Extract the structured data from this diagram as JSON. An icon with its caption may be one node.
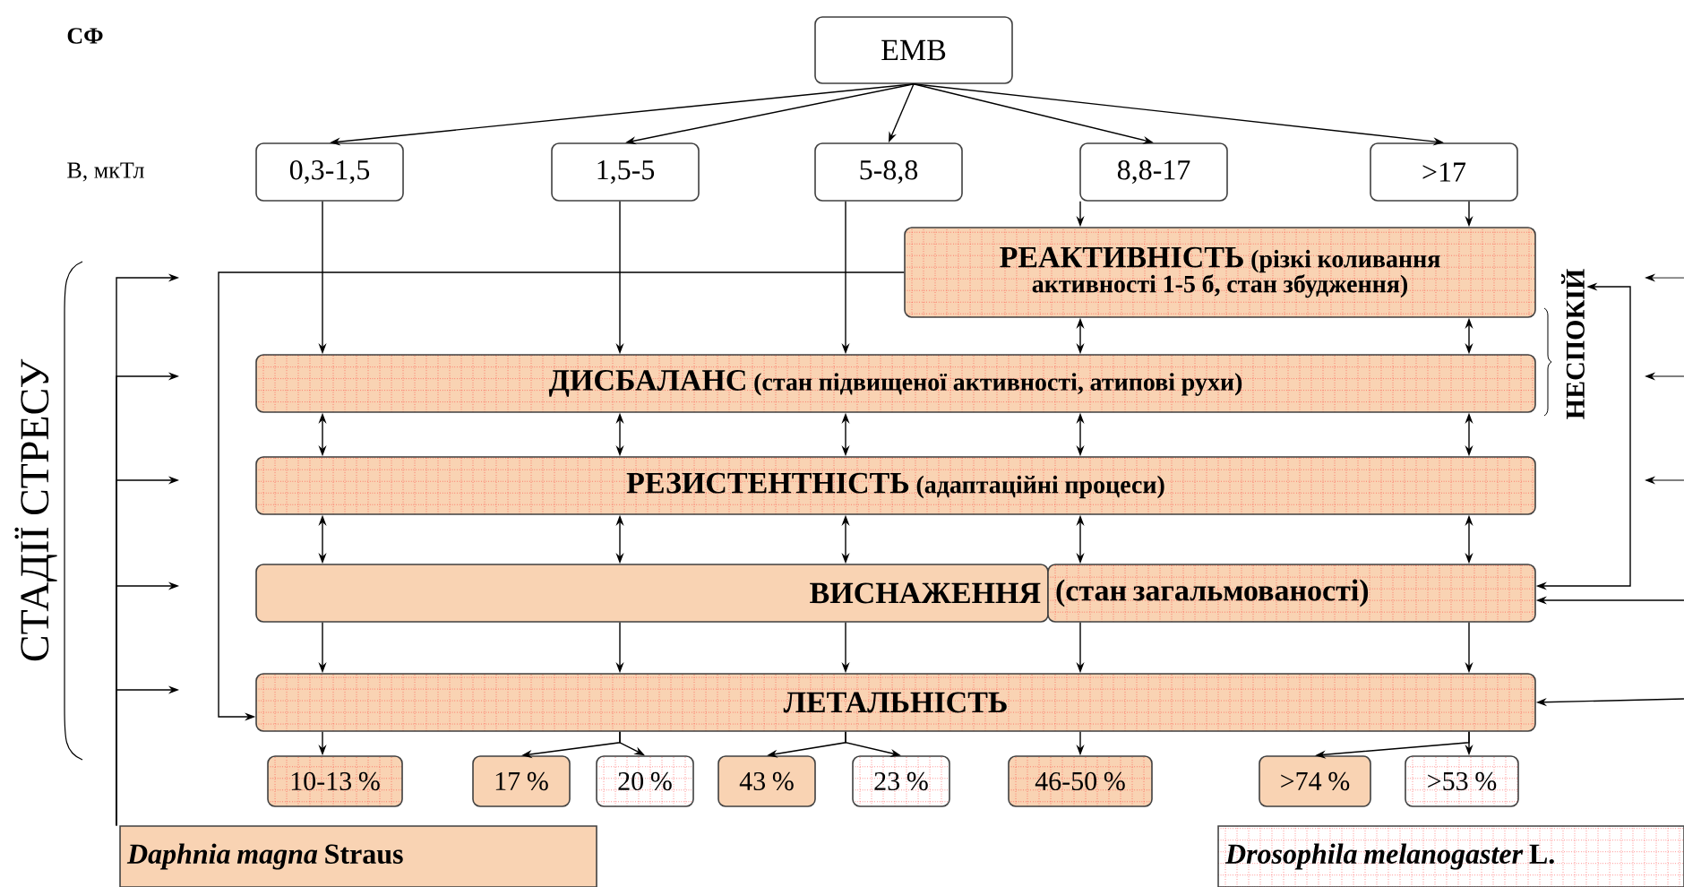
{
  "diagram": {
    "nodes": [
      {
        "text": [
          "ЕМВ"
        ]
      },
      {
        "text": [
          "0,3-1,5"
        ]
      },
      {
        "text": [
          "1,5-5"
        ]
      },
      {
        "text": [
          "5-8,8"
        ]
      },
      {
        "text": [
          "8,8-17"
        ]
      },
      {
        "text": [
          ">17"
        ]
      },
      {
        "text": [
          "РЕАКТИВНІСТЬ",
          "(різкі коливання активності 1-5 б, стан збудження)"
        ]
      },
      {
        "text": [
          "ДИСБАЛАНС",
          "(стан підвищеної активності, атипові рухи)"
        ]
      },
      {
        "text": [
          "РЕЗИСТЕНТНІСТЬ",
          "(адаптаційні процеси)"
        ]
      },
      {
        "text": [
          "ВИСНАЖЕННЯ"
        ]
      },
      {
        "text": [
          "(стан загальмованості)"
        ]
      },
      {
        "text": [
          "ЛЕТАЛЬНІСТЬ"
        ]
      },
      {
        "text": [
          "10-13 %"
        ]
      },
      {
        "text": [
          "17 %"
        ]
      },
      {
        "text": [
          "20 %"
        ]
      },
      {
        "text": [
          "43 %"
        ]
      },
      {
        "text": [
          "23 %"
        ]
      },
      {
        "text": [
          "46-50 %"
        ]
      },
      {
        "text": [
          ">74 %"
        ]
      },
      {
        "text": [
          ">53 %"
        ]
      },
      {
        "text": [
          "*Daphnia magna* Straus"
        ]
      },
      {
        "text": [
          "*Drosophila melanogaster* L."
        ]
      },
      {
        "text": [
          "НЕСПОКІЙ"
        ]
      }
    ],
    "edges": [
      {
        "from": 0,
        "to": 1,
        "arrow": "to"
      },
      {
        "from": 0,
        "to": 2,
        "arrow": "to"
      },
      {
        "from": 0,
        "to": 3,
        "arrow": "to"
      },
      {
        "from": 0,
        "to": 4,
        "arrow": "to"
      },
      {
        "from": 0,
        "to": 5,
        "arrow": "to"
      },
      {
        "from": 1,
        "to": 7,
        "arrow": "to"
      },
      {
        "from": 2,
        "to": 7,
        "arrow": "to"
      },
      {
        "from": 3,
        "to": 7,
        "arrow": "to"
      },
      {
        "from": 4,
        "to": 6,
        "arrow": "to"
      },
      {
        "from": 5,
        "to": 6,
        "arrow": "to"
      },
      {
        "from": 6,
        "to": 7,
        "arrow": "both"
      },
      {
        "from": 6,
        "to": 7,
        "arrow": "both"
      },
      {
        "from": 7,
        "to": 8,
        "arrow": "both"
      },
      {
        "from": 7,
        "to": 8,
        "arrow": "both"
      },
      {
        "from": 7,
        "to": 8,
        "arrow": "both"
      },
      {
        "from": 7,
        "to": 8,
        "arrow": "both"
      },
      {
        "from": 7,
        "to": 8,
        "arrow": "both"
      },
      {
        "from": 8,
        "to": 9,
        "arrow": "both"
      },
      {
        "from": 8,
        "to": 9,
        "arrow": "both"
      },
      {
        "from": 8,
        "to": 9,
        "arrow": "both"
      },
      {
        "from": 8,
        "to": 10,
        "arrow": "both"
      },
      {
        "from": 8,
        "to": 10,
        "arrow": "both"
      },
      {
        "from": 9,
        "to": 11,
        "arrow": "to"
      },
      {
        "from": 9,
        "to": 11,
        "arrow": "to"
      },
      {
        "from": 9,
        "to": 11,
        "arrow": "to"
      },
      {
        "from": 10,
        "to": 11,
        "arrow": "to"
      },
      {
        "from": 10,
        "to": 11,
        "arrow": "to"
      },
      {
        "from": 11,
        "to": 12,
        "arrow": "to"
      },
      {
        "from": 11,
        "to": 13,
        "arrow": "to"
      },
      {
        "from": 11,
        "to": 14,
        "arrow": "to"
      },
      {
        "from": 11,
        "to": 15,
        "arrow": "to"
      },
      {
        "from": 11,
        "to": 16,
        "arrow": "to"
      },
      {
        "from": 11,
        "to": 17,
        "arrow": "to"
      },
      {
        "from": 11,
        "to": 18,
        "arrow": "to"
      },
      {
        "from": 11,
        "to": 19,
        "arrow": "to"
      },
      {
        "from": 6,
        "to": 11,
        "arrow": "to"
      },
      {
        "from": 20,
        "to": null,
        "arrow": "to"
      },
      {
        "from": 20,
        "to": null,
        "arrow": "to"
      },
      {
        "from": 20,
        "to": null,
        "arrow": "to"
      },
      {
        "from": 20,
        "to": null,
        "arrow": "to"
      },
      {
        "from": 20,
        "to": null,
        "arrow": "to"
      },
      {
        "from": 22,
        "to": 10,
        "arrow": "both"
      },
      {
        "from": null,
        "to": 10,
        "arrow": "to"
      },
      {
        "from": null,
        "to": 11,
        "arrow": "to"
      }
    ],
    "labels": [
      "СФ",
      "В, мкТл",
      "СТАДІЇ СТРЕСУ"
    ]
  }
}
